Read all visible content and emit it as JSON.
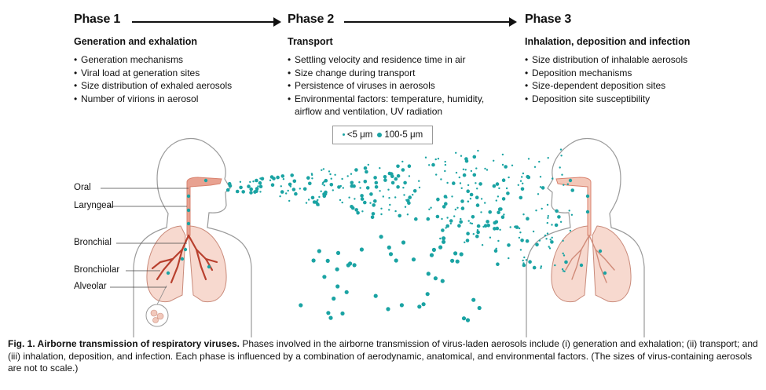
{
  "phases": [
    {
      "title": "Phase 1",
      "subtitle": "Generation and exhalation",
      "items": [
        "Generation mechanisms",
        "Viral load at generation sites",
        "Size distribution of exhaled aerosols",
        "Number of virions in aerosol"
      ]
    },
    {
      "title": "Phase 2",
      "subtitle": "Transport",
      "items": [
        "Settling velocity and residence time in air",
        "Size change during transport",
        "Persistence of viruses in aerosols",
        "Environmental factors: temperature, humidity, airflow and ventilation, UV radiation"
      ]
    },
    {
      "title": "Phase 3",
      "subtitle": "Inhalation, deposition and infection",
      "items": [
        "Size distribution of inhalable aerosols",
        "Deposition mechanisms",
        "Size-dependent deposition sites",
        "Deposition site susceptibility"
      ]
    }
  ],
  "legend": {
    "small": "<5 μm",
    "large": "100-5 μm"
  },
  "sites": [
    "Oral",
    "Laryngeal",
    "Bronchial",
    "Bronchiolar",
    "Alveolar"
  ],
  "caption": {
    "head": "Fig. 1. Airborne transmission of respiratory viruses.",
    "body": "Phases involved in the airborne transmission of virus-laden aerosols include (i) generation and exhalation; (ii) transport; and (iii) inhalation, deposition, and infection. Each phase is influenced by a combination of aerodynamic, anatomical, and environmental factors. (The sizes of virus-containing aerosols are not to scale.)"
  },
  "colors": {
    "aerosol": "#1aa3a3",
    "airway": "#d9826e",
    "lung": "#f7d9cf",
    "lung_edge": "#c98a7a",
    "body_edge": "#9a9a9a"
  }
}
